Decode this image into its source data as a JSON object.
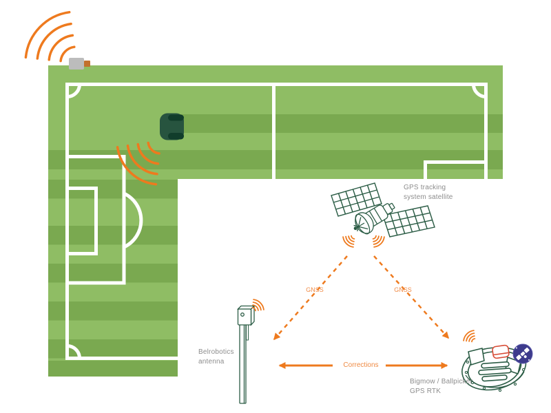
{
  "diagram": {
    "satellite_label": [
      "GPS tracking",
      "system satellite"
    ],
    "antenna_label": [
      "Belrobotics",
      "antenna"
    ],
    "mower_label": [
      "Bigmow / Ballpicker",
      "GPS RTK"
    ],
    "link_labels": {
      "gnss_left": "GNSS",
      "gnss_right": "GNSS",
      "corrections": "Corrections"
    },
    "colors": {
      "field_light_green": "#8FBD64",
      "field_dark_green": "#7AA950",
      "pitch_line_white": "#FFFFFF",
      "signal_orange": "#EE7A1E",
      "label_soft_orange": "#F08B47",
      "lineart_dark_green": "#2B5C45",
      "robot_body_green": "#27543F",
      "robot_detail_green": "#113D2B",
      "badge_indigo": "#3D3B8C",
      "cap_red": "#D84B35",
      "label_gray": "#8C8C8C",
      "station_gray": "#BCBCBC",
      "station_orange": "#C2702E"
    },
    "icons": {
      "base_station": "rtk-base-station-icon",
      "base_station_signal": "signal-arcs-icon",
      "field_robot": "robot-mower-top-icon",
      "field_robot_signal": "signal-arcs-icon",
      "satellite": "gps-satellite-icon",
      "satellite_signal_left": "signal-fan-icon",
      "satellite_signal_right": "signal-fan-icon",
      "antenna": "belrobotics-antenna-icon",
      "antenna_signal": "signal-fan-icon",
      "mower": "bigmow-ballpicker-icon",
      "mower_signal": "signal-fan-icon",
      "mower_badge": "gps-denied-badge-icon"
    }
  }
}
